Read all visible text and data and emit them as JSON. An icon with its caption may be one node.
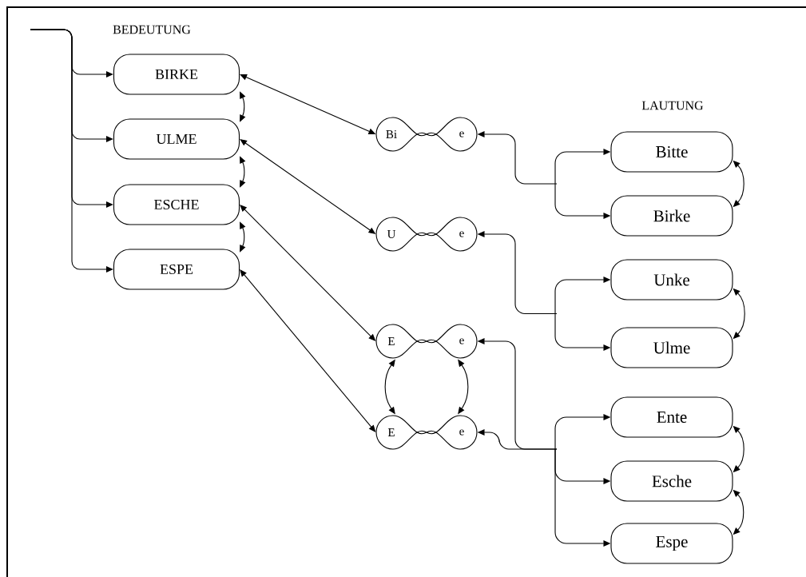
{
  "diagram": {
    "nodes": [
      {
        "text": [
          "BIRKE"
        ]
      },
      {
        "text": [
          "ULME"
        ]
      },
      {
        "text": [
          "ESCHE"
        ]
      },
      {
        "text": [
          "ESPE"
        ]
      },
      {
        "text": [
          "Bi",
          "e"
        ]
      },
      {
        "text": [
          "U",
          "e"
        ]
      },
      {
        "text": [
          "E",
          "e"
        ]
      },
      {
        "text": [
          "E",
          "e"
        ]
      },
      {
        "text": [
          "Bitte"
        ]
      },
      {
        "text": [
          "Birke"
        ]
      },
      {
        "text": [
          "Unke"
        ]
      },
      {
        "text": [
          "Ulme"
        ]
      },
      {
        "text": [
          "Ente"
        ]
      },
      {
        "text": [
          "Esche"
        ]
      },
      {
        "text": [
          "Espe"
        ]
      }
    ],
    "edges": [
      {
        "from": null,
        "to": 0,
        "arrow": "to"
      },
      {
        "from": null,
        "to": 1,
        "arrow": "to"
      },
      {
        "from": null,
        "to": 2,
        "arrow": "to"
      },
      {
        "from": null,
        "to": 3,
        "arrow": "to"
      },
      {
        "from": 0,
        "to": 1,
        "arrow": "both"
      },
      {
        "from": 1,
        "to": 2,
        "arrow": "both"
      },
      {
        "from": 2,
        "to": 3,
        "arrow": "both"
      },
      {
        "from": 0,
        "to": 4,
        "arrow": "both"
      },
      {
        "from": 1,
        "to": 5,
        "arrow": "both"
      },
      {
        "from": 2,
        "to": 6,
        "arrow": "both"
      },
      {
        "from": 3,
        "to": 7,
        "arrow": "both"
      },
      {
        "from": 6,
        "to": 7,
        "arrow": "both"
      },
      {
        "from": 6,
        "to": 7,
        "arrow": "both"
      },
      {
        "from": 4,
        "to": 8,
        "arrow": "both"
      },
      {
        "from": 4,
        "to": 9,
        "arrow": "both"
      },
      {
        "from": 5,
        "to": 10,
        "arrow": "both"
      },
      {
        "from": 5,
        "to": 11,
        "arrow": "both"
      },
      {
        "from": 6,
        "to": 12,
        "arrow": "both"
      },
      {
        "from": 6,
        "to": 13,
        "arrow": "both"
      },
      {
        "from": 6,
        "to": 14,
        "arrow": "both"
      },
      {
        "from": 7,
        "to": 12,
        "arrow": "both"
      },
      {
        "from": 7,
        "to": 13,
        "arrow": "both"
      },
      {
        "from": 7,
        "to": 14,
        "arrow": "both"
      },
      {
        "from": 8,
        "to": 9,
        "arrow": "both"
      },
      {
        "from": 10,
        "to": 11,
        "arrow": "both"
      },
      {
        "from": 12,
        "to": 13,
        "arrow": "both"
      },
      {
        "from": 13,
        "to": 14,
        "arrow": "both"
      }
    ],
    "labels": [
      "BEDEUTUNG",
      "LAUTUNG"
    ]
  }
}
